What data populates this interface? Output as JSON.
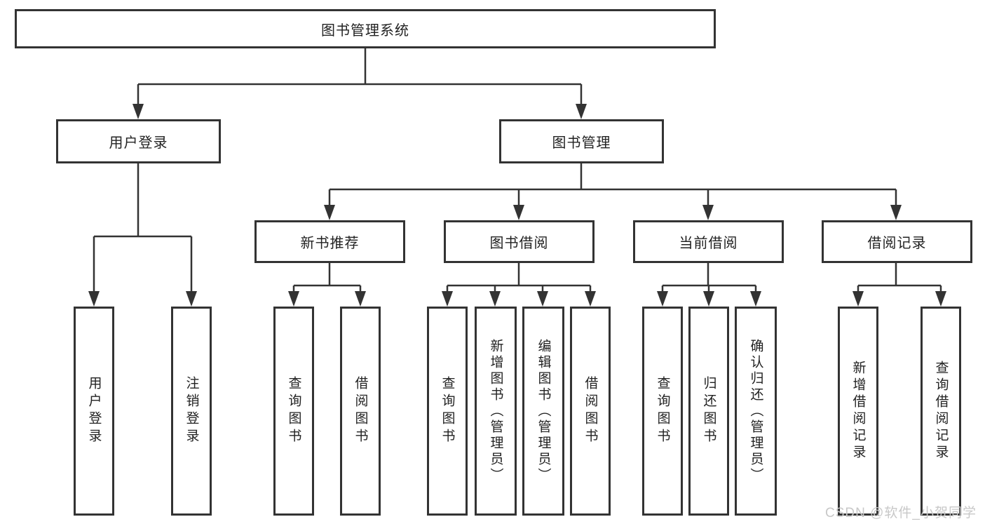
{
  "colors": {
    "background": "#ffffff",
    "line": "#333333",
    "box_border": "#333333",
    "text": "#222222",
    "watermark": "#c8c8c8"
  },
  "watermark": {
    "text": "CSDN @软件_小贺同学"
  },
  "tree": {
    "root": {
      "label": "图书管理系统",
      "children": [
        {
          "label": "用户登录",
          "children": [
            {
              "label": "用户登录"
            },
            {
              "label": "注销登录"
            }
          ]
        },
        {
          "label": "图书管理",
          "children": [
            {
              "label": "新书推荐",
              "children": [
                {
                  "label": "查询图书"
                },
                {
                  "label": "借阅图书"
                }
              ]
            },
            {
              "label": "图书借阅",
              "children": [
                {
                  "label": "查询图书"
                },
                {
                  "label": "新增图书（管理员）"
                },
                {
                  "label": "编辑图书（管理员）"
                },
                {
                  "label": "借阅图书"
                }
              ]
            },
            {
              "label": "当前借阅",
              "children": [
                {
                  "label": "查询图书"
                },
                {
                  "label": "归还图书"
                },
                {
                  "label": "确认归还（管理员）"
                }
              ]
            },
            {
              "label": "借阅记录",
              "children": [
                {
                  "label": "新增借阅记录"
                },
                {
                  "label": "查询借阅记录"
                }
              ]
            }
          ]
        }
      ]
    }
  }
}
